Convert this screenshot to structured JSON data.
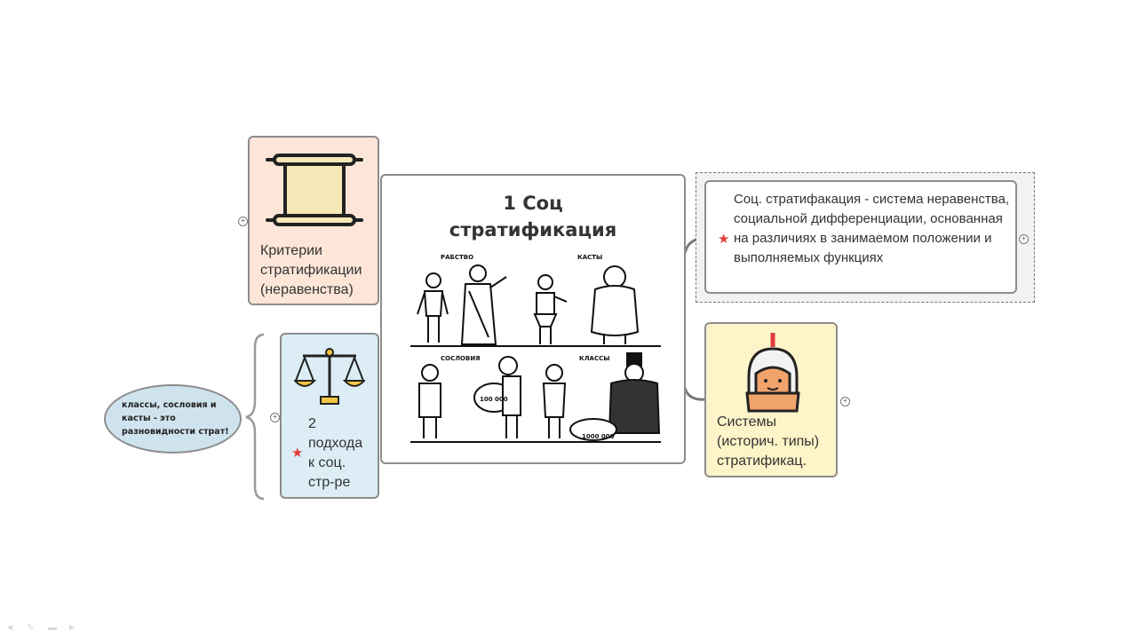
{
  "central": {
    "title": "1 Соц стратификация",
    "image": {
      "labels": [
        "РАБСТВО",
        "КАСТЫ",
        "СОСЛОВИЯ",
        "КЛАССЫ"
      ],
      "bag_left": "100 000",
      "bag_right": "1000 000"
    }
  },
  "criteria_node": {
    "label": "Критерии стратификации (неравенства)",
    "icon": "scroll-icon",
    "bg": "#fde6d8"
  },
  "approaches_node": {
    "label": "2 подхода к соц. стр-ре",
    "icon": "scales-icon",
    "bg": "#dcedf5",
    "marker": "star-icon"
  },
  "definition_node": {
    "text": "Соц. стратифакация - система неравенства, социальной дифференциации, основанная на различиях в занимаемом положении и выполняемых функциях",
    "marker": "star-icon"
  },
  "systems_node": {
    "label": "Системы (историч. типы) стратификац.",
    "icon": "warrior-icon",
    "bg": "#fdf4c9"
  },
  "callout": {
    "text": "классы, сословия и касты - это разновидности страт!",
    "bg": "#cfe3ee"
  },
  "colors": {
    "border": "#8c8c8c",
    "star": "#e23b3b",
    "connector": "#7a7a7a"
  }
}
